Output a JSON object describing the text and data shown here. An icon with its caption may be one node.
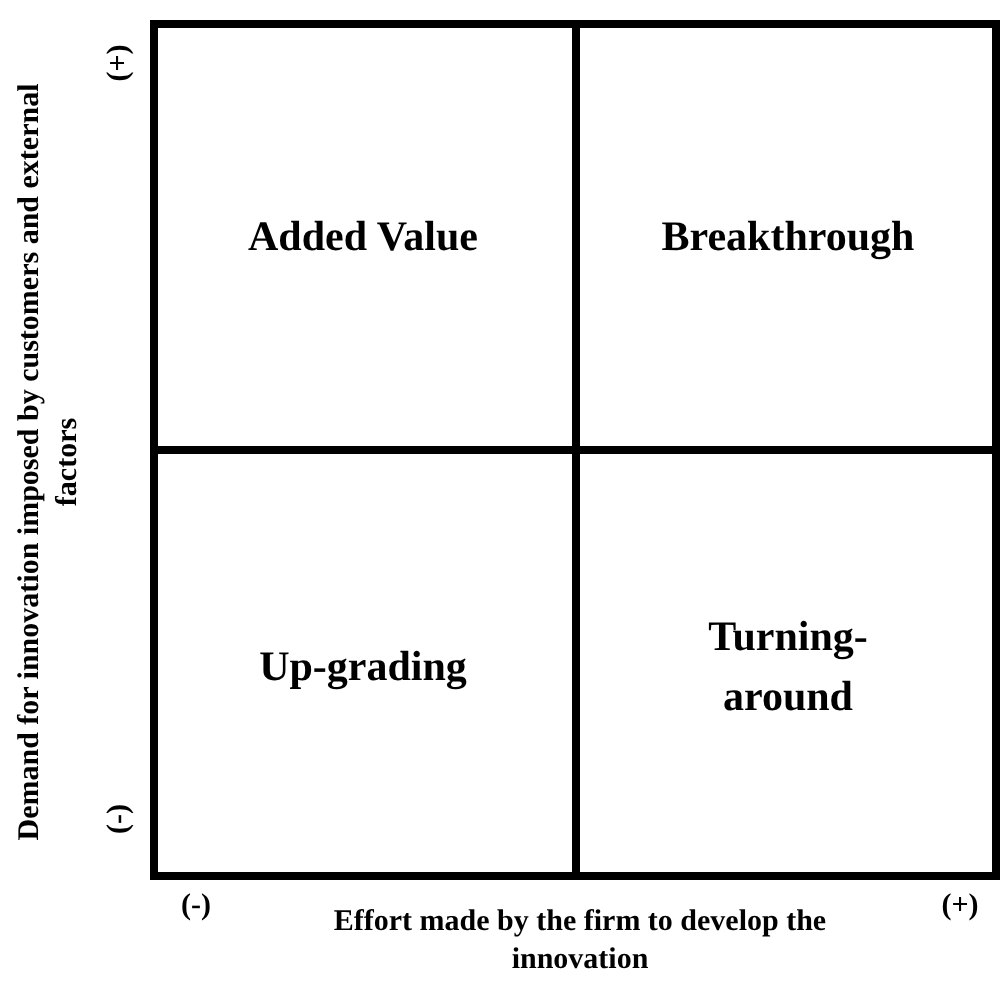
{
  "diagram": {
    "nodes": [
      {
        "text": [
          "Added Value"
        ]
      },
      {
        "text": [
          "Breakthrough"
        ]
      },
      {
        "text": [
          "Up-grading"
        ]
      },
      {
        "text": [
          "Turning-around"
        ]
      }
    ],
    "labels": [
      "Demand for innovation imposed by customers and external factors",
      "(+)",
      "(-)",
      "(-)",
      "Effort made by the firm to develop the innovation",
      "(+)"
    ]
  }
}
